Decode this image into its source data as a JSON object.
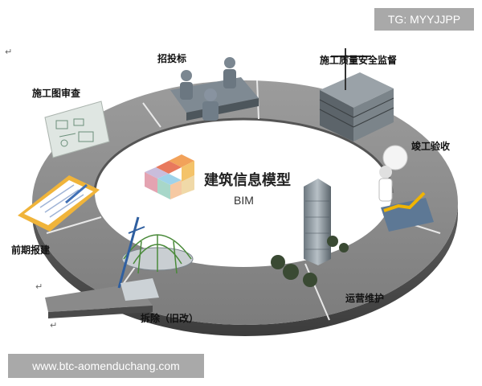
{
  "watermark": {
    "tg": "TG: MYYJJPP",
    "url": "www.btc-aomenduchang.com"
  },
  "center": {
    "title": "建筑信息模型",
    "subtitle": "BIM"
  },
  "stages": {
    "bidding": "招投标",
    "drawing_review": "施工图审查",
    "quality_supervision": "施工质量安全监督",
    "acceptance": "竣工验收",
    "pre_application": "前期报建",
    "operation": "运营维护",
    "demolition": "拆除（旧改）"
  },
  "marks": {
    "para": "↵"
  }
}
